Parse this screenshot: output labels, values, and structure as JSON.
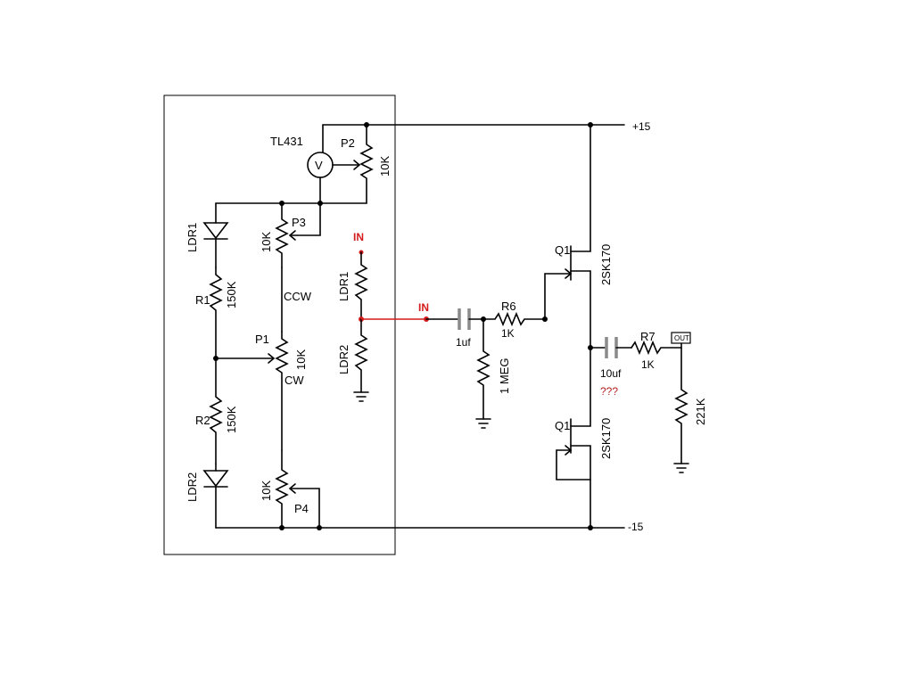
{
  "labels": {
    "tl431": "TL431",
    "voltmeter": "V",
    "p2": "P2",
    "p2_value": "10K",
    "p3": "P3",
    "p3_value": "10K",
    "p1": "P1",
    "p1_value": "10K",
    "ccw": "CCW",
    "cw": "CW",
    "p4": "P4",
    "p4_value": "10K",
    "ldr1_left": "LDR1",
    "ldr2_left": "LDR2",
    "r1": "R1",
    "r1_value": "150K",
    "r2": "R2",
    "r2_value": "150K",
    "in_top": "IN",
    "ldr1_mid": "LDR1",
    "ldr2_mid": "LDR2",
    "in_mid": "IN",
    "c1_value": "1uf",
    "r6": "R6",
    "r6_value": "1K",
    "r_bias_value": "1 MEG",
    "q1_top": "Q1",
    "q1_top_part": "2SK170",
    "q1_bottom": "Q1",
    "q1_bottom_part": "2SK170",
    "c2_value": "10uf",
    "question": "???",
    "r7": "R7",
    "r7_value": "1K",
    "out": "OUT",
    "r_load_value": "221K",
    "plus_rail": "+15",
    "minus_rail": "-15"
  },
  "colors": {
    "wire": "#000000",
    "signal_wire": "#d41c1c",
    "capacitor": "#8a8a8a",
    "question_mark": "#b22222"
  }
}
